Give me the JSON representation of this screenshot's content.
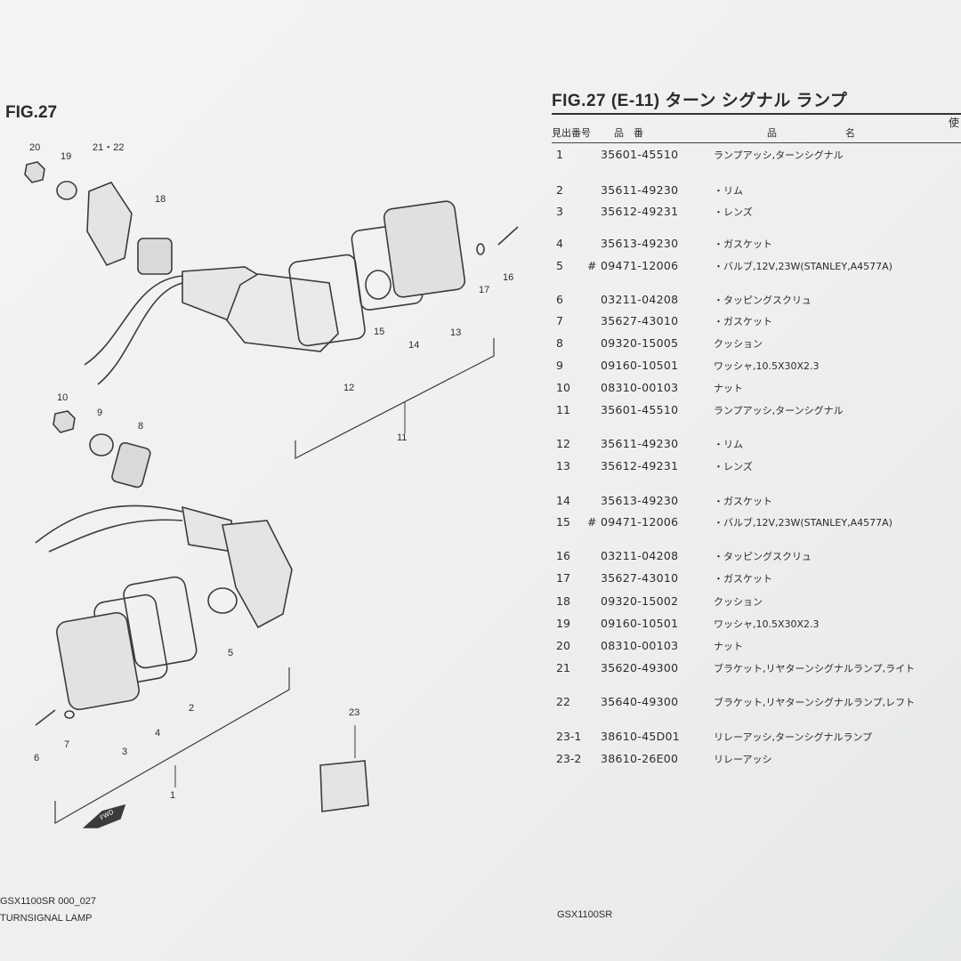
{
  "left": {
    "fig_label": "FIG.27",
    "callouts": [
      "20",
      "19",
      "21・22",
      "18",
      "17",
      "16",
      "15",
      "14",
      "13",
      "12",
      "11",
      "10",
      "9",
      "8",
      "5",
      "2",
      "4",
      "3",
      "7",
      "6",
      "1",
      "23"
    ],
    "fwd_label": "FWD",
    "footer_model": "GSX1100SR 000_027",
    "footer_name": "TURNSIGNAL LAMP"
  },
  "right": {
    "title": "FIG.27  (E-11)  ターン シグナル ランプ",
    "header": {
      "ref_no": "見出番号",
      "part_no": "品　番",
      "name_a": "品",
      "name_b": "名",
      "usage": "使"
    },
    "rows": [
      {
        "no": "1",
        "mark": "",
        "pn": "35601-45510",
        "name": "ランプアッシ,ターンシグナル"
      },
      {
        "no": "2",
        "mark": "",
        "pn": "35611-49230",
        "name": "・リム"
      },
      {
        "no": "3",
        "mark": "",
        "pn": "35612-49231",
        "name": "・レンズ"
      },
      {
        "no": "4",
        "mark": "",
        "pn": "35613-49230",
        "name": "・ガスケット"
      },
      {
        "no": "5",
        "mark": "#",
        "pn": "09471-12006",
        "name": "・バルブ,12V,23W(STANLEY,A4577A)"
      },
      {
        "no": "6",
        "mark": "",
        "pn": "03211-04208",
        "name": "・タッピングスクリュ"
      },
      {
        "no": "7",
        "mark": "",
        "pn": "35627-43010",
        "name": "・ガスケット"
      },
      {
        "no": "8",
        "mark": "",
        "pn": "09320-15005",
        "name": "クッション"
      },
      {
        "no": "9",
        "mark": "",
        "pn": "09160-10501",
        "name": "ワッシャ,10.5X30X2.3"
      },
      {
        "no": "10",
        "mark": "",
        "pn": "08310-00103",
        "name": "ナット"
      },
      {
        "no": "11",
        "mark": "",
        "pn": "35601-45510",
        "name": "ランプアッシ,ターンシグナル"
      },
      {
        "no": "12",
        "mark": "",
        "pn": "35611-49230",
        "name": "・リム"
      },
      {
        "no": "13",
        "mark": "",
        "pn": "35612-49231",
        "name": "・レンズ"
      },
      {
        "no": "14",
        "mark": "",
        "pn": "35613-49230",
        "name": "・ガスケット"
      },
      {
        "no": "15",
        "mark": "#",
        "pn": "09471-12006",
        "name": "・バルブ,12V,23W(STANLEY,A4577A)"
      },
      {
        "no": "16",
        "mark": "",
        "pn": "03211-04208",
        "name": "・タッピングスクリュ"
      },
      {
        "no": "17",
        "mark": "",
        "pn": "35627-43010",
        "name": "・ガスケット"
      },
      {
        "no": "18",
        "mark": "",
        "pn": "09320-15002",
        "name": "クッション"
      },
      {
        "no": "19",
        "mark": "",
        "pn": "09160-10501",
        "name": "ワッシャ,10.5X30X2.3"
      },
      {
        "no": "20",
        "mark": "",
        "pn": "08310-00103",
        "name": "ナット"
      },
      {
        "no": "21",
        "mark": "",
        "pn": "35620-49300",
        "name": "ブラケット,リヤターンシグナルランプ,ライト"
      },
      {
        "no": "22",
        "mark": "",
        "pn": "35640-49300",
        "name": "ブラケット,リヤターンシグナルランプ,レフト"
      },
      {
        "no": "23-1",
        "mark": "",
        "pn": "38610-45D01",
        "name": "リレーアッシ,ターンシグナルランプ"
      },
      {
        "no": "23-2",
        "mark": "",
        "pn": "38610-26E00",
        "name": "リレーアッシ"
      }
    ],
    "footer_model": "GSX1100SR"
  }
}
